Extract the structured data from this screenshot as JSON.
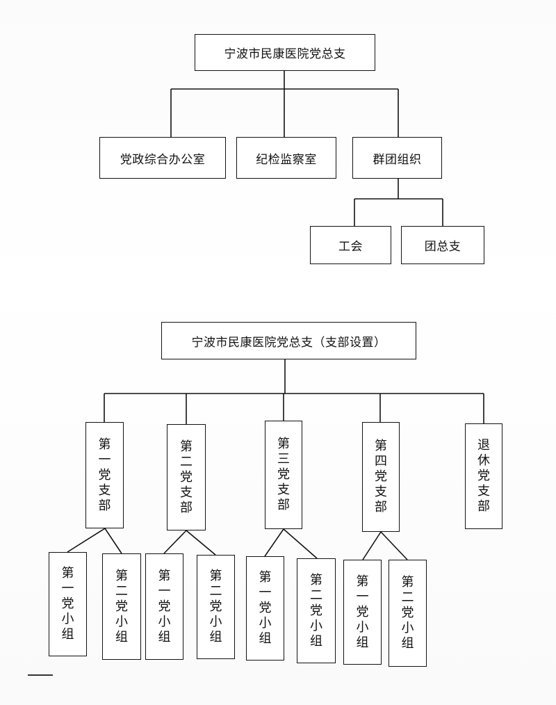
{
  "chart1": {
    "root": "宁波市民康医院党总支",
    "level2": [
      "党政综合办公室",
      "纪检监察室",
      "群团组织"
    ],
    "level3": [
      "工会",
      "团总支"
    ]
  },
  "chart2": {
    "root": "宁波市民康医院党总支（支部设置）",
    "branches": [
      "第一党支部",
      "第二党支部",
      "第三党支部",
      "第四党支部",
      "退休党支部"
    ],
    "groups": [
      [
        "第一党小组",
        "第二党小组"
      ],
      [
        "第一党小组",
        "第二党小组"
      ],
      [
        "第一党小组",
        "第二党小组"
      ],
      [
        "第一党小组",
        "第二党小组"
      ]
    ]
  }
}
